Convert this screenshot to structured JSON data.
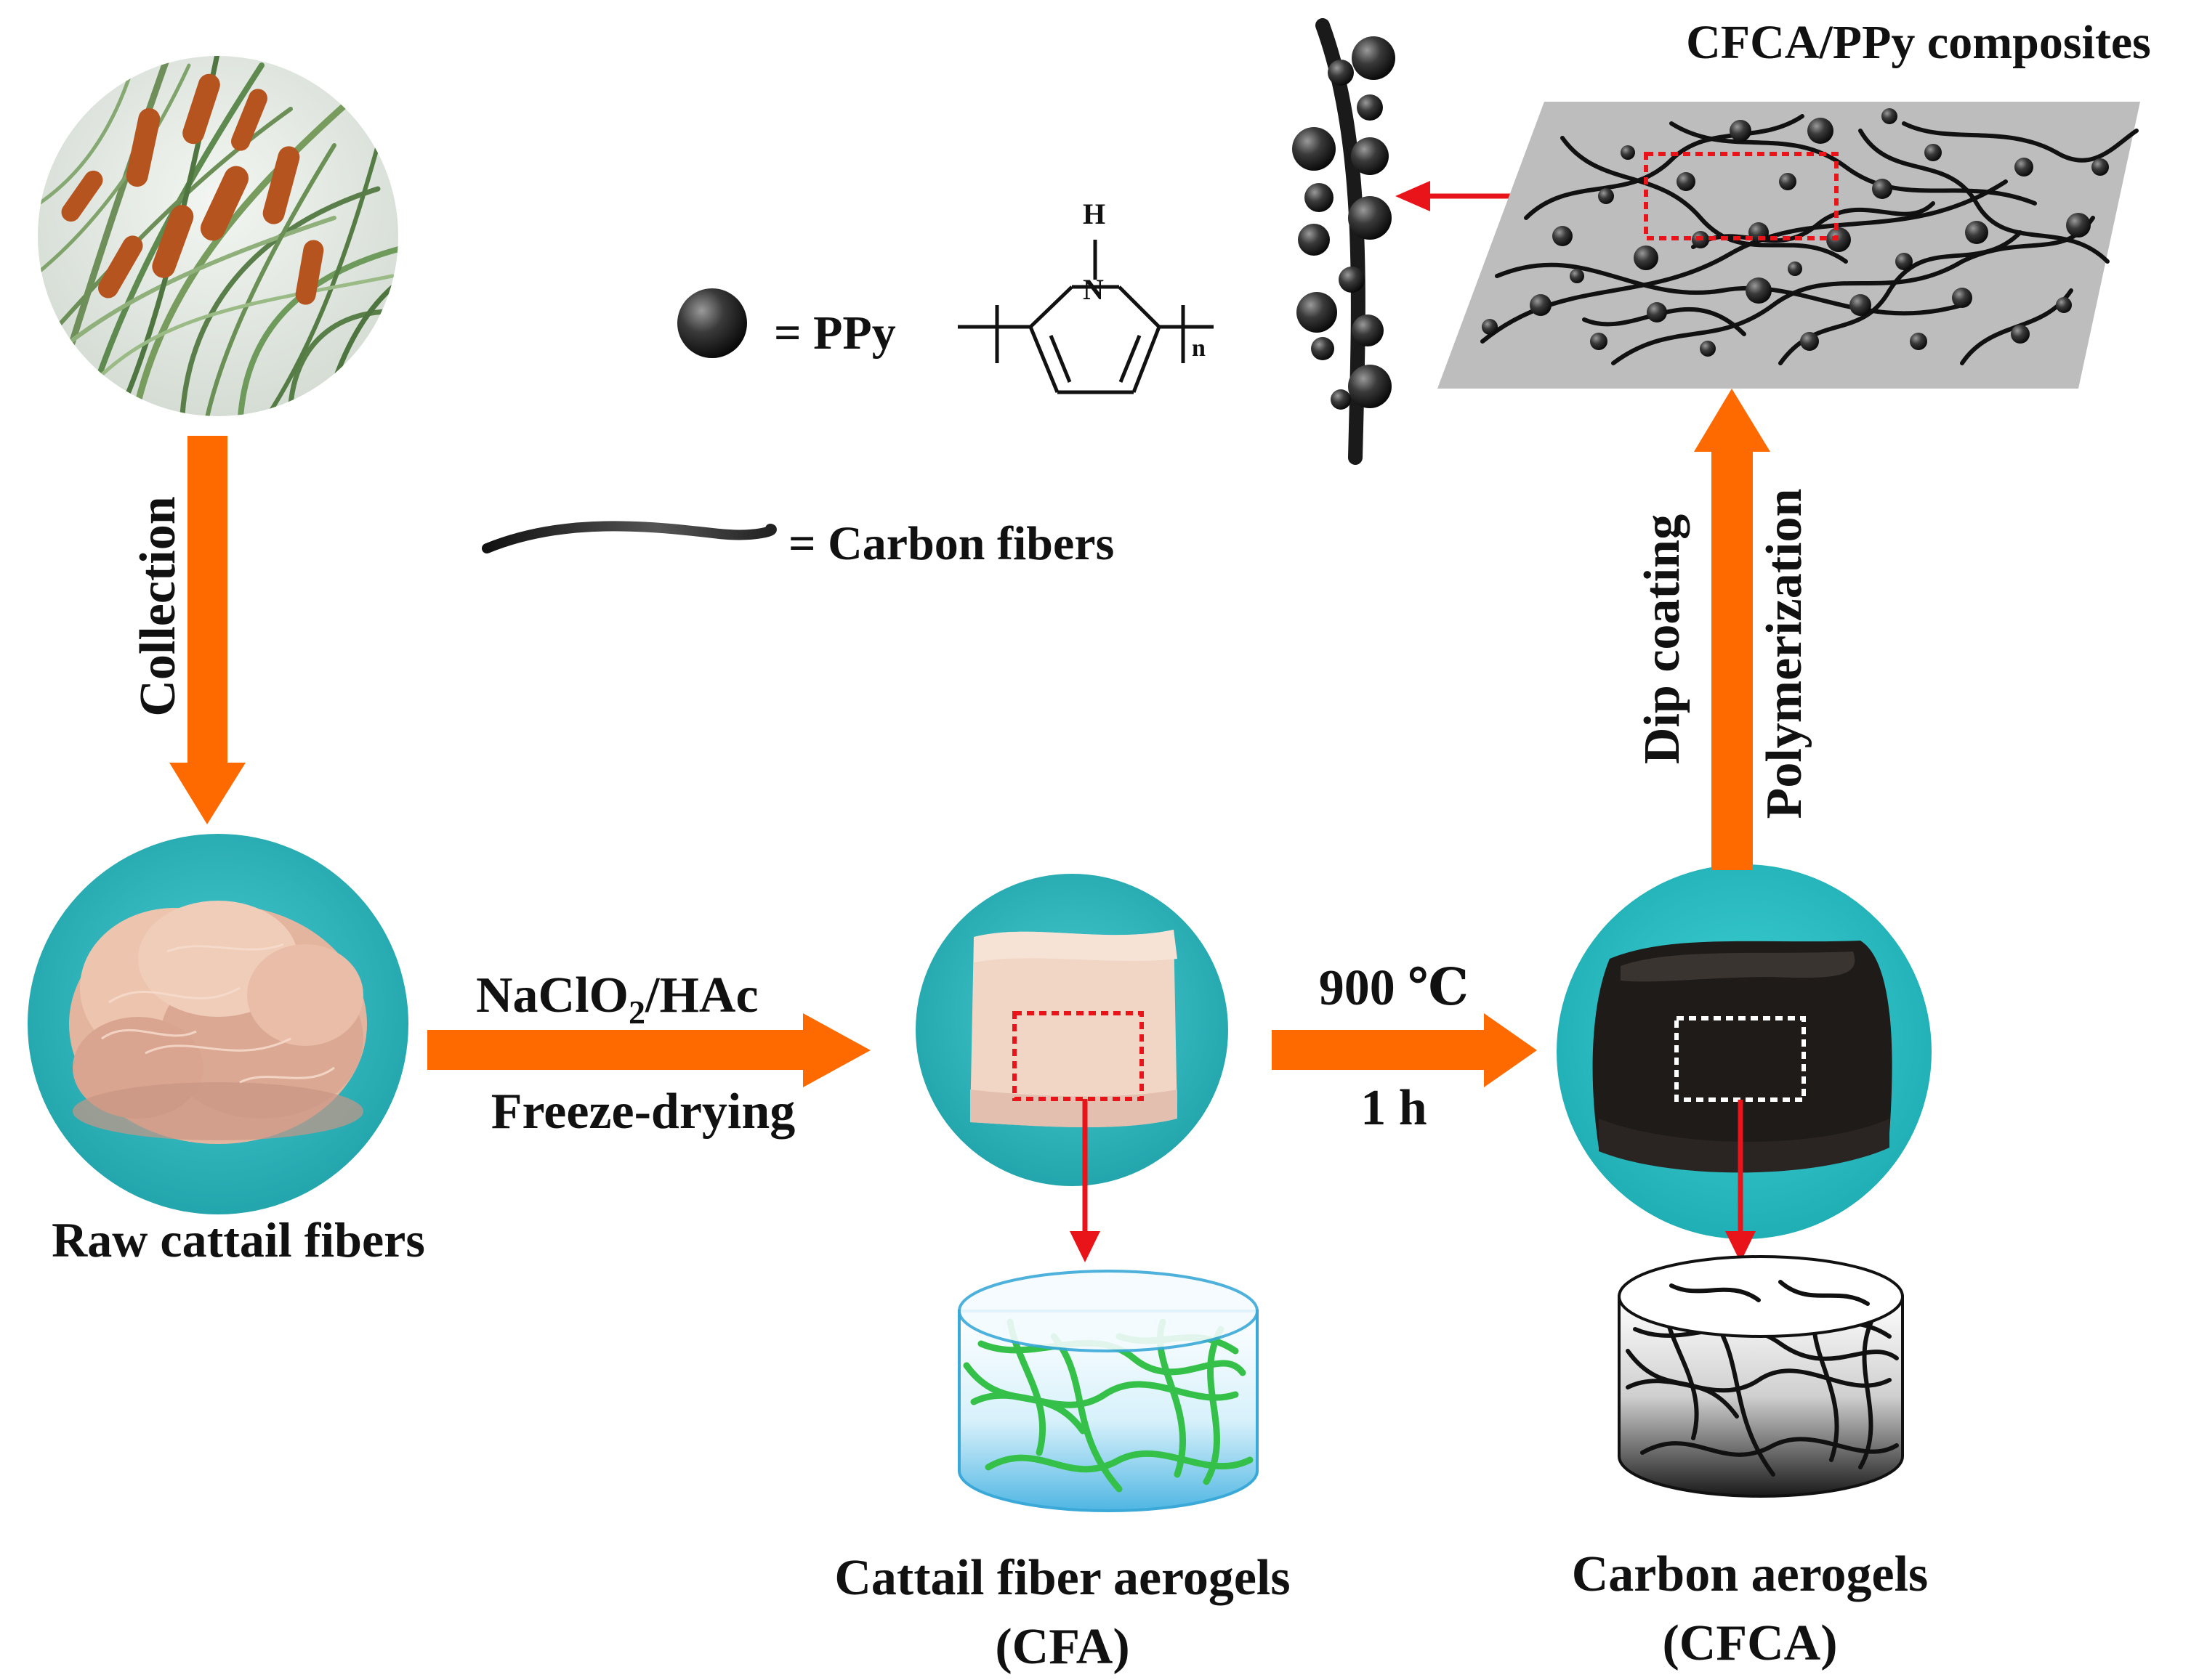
{
  "diagram": {
    "top_right_title": "CFCA/PPy composites",
    "legend": {
      "ppy_label": "= PPy",
      "ppy_structure": {
        "h_atom": "H",
        "n_atom": "N",
        "subscript": "n"
      },
      "carbon_fiber_label": "= Carbon fibers"
    },
    "steps": {
      "collection": "Collection",
      "reagent_main": "NaClO",
      "reagent_sub": "2",
      "reagent_tail": "/HAc",
      "freeze_drying": "Freeze-drying",
      "temperature": "900 ℃",
      "duration": "1 h",
      "dip_coating": "Dip coating",
      "polymerization": "Polymerization"
    },
    "labels": {
      "raw_fibers": "Raw cattail fibers",
      "cfa_line1": "Cattail fiber aerogels",
      "cfa_line2": "(CFA)",
      "cfca_line1": "Carbon aerogels",
      "cfca_line2": "(CFCA)"
    },
    "colors": {
      "process_arrow": "#ff6a00",
      "zoom_arrow": "#e8141a",
      "photo_background": "#2dbfc4",
      "ppy_sphere": "#3a3a3a",
      "composite_sheet": "#bdbdbd",
      "cfa_fibers": "#35c04a"
    }
  }
}
